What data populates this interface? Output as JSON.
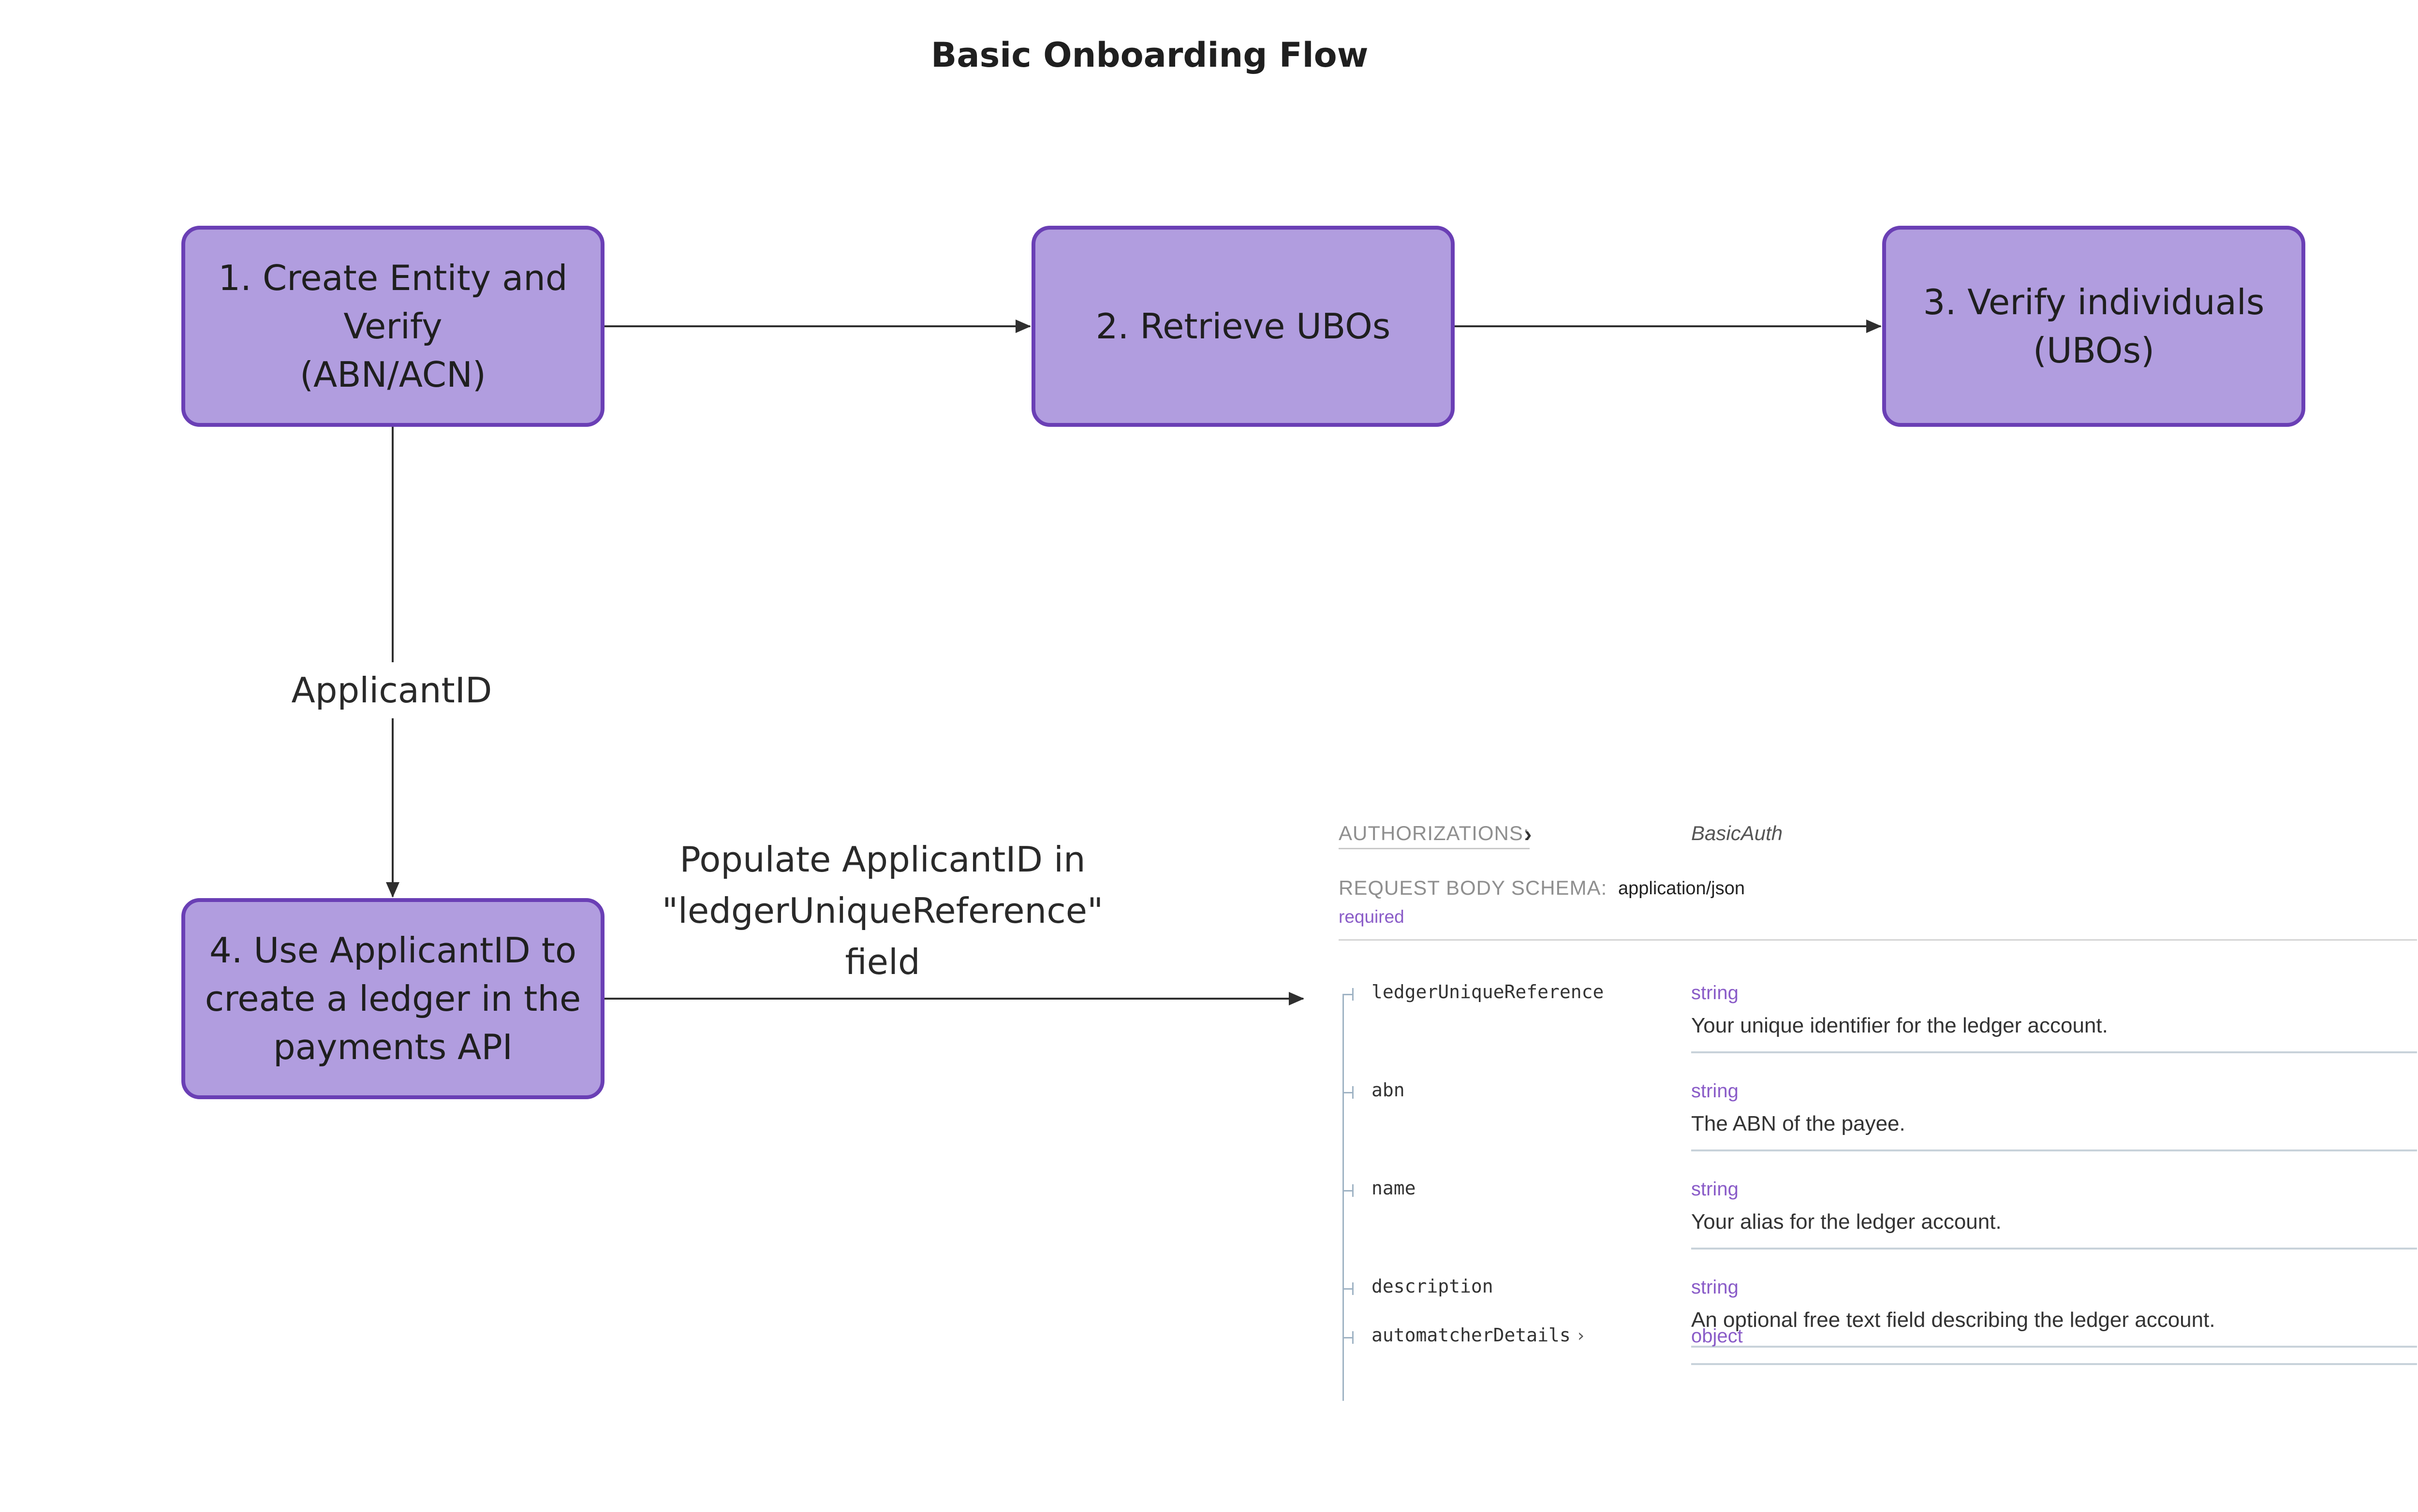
{
  "title": "Basic Onboarding Flow",
  "nodes": {
    "create_entity": "1. Create Entity and\nVerify\n(ABN/ACN)",
    "retrieve_ubos": "2. Retrieve UBOs",
    "verify_individuals": "3. Verify individuals\n(UBOs)",
    "create_ledger": "4. Use ApplicantID to\ncreate a ledger in the\npayments API"
  },
  "edges": {
    "applicant_id": "ApplicantID",
    "populate": "Populate ApplicantID in\n\"ledgerUniqueReference\"\nfield"
  },
  "colors": {
    "node_fill": "#b19ddf",
    "node_border": "#6a3fb5",
    "type_text": "#8a5cc8",
    "connector": "#2f2f2f"
  },
  "schema": {
    "authorizations_label": "AUTHORIZATIONS:",
    "authorizations_value": "BasicAuth",
    "request_body_label": "REQUEST BODY SCHEMA:",
    "request_body_value": "application/json",
    "required_label": "required",
    "fields": [
      {
        "name": "ledgerUniqueReference",
        "type": "string",
        "description": "Your unique identifier for the ledger account."
      },
      {
        "name": "abn",
        "type": "string",
        "description": "The ABN of the payee."
      },
      {
        "name": "name",
        "type": "string",
        "description": "Your alias for the ledger account."
      },
      {
        "name": "description",
        "type": "string",
        "description": "An optional free text field describing the ledger account."
      },
      {
        "name": "automatcherDetails",
        "type": "object",
        "description": ""
      }
    ]
  }
}
